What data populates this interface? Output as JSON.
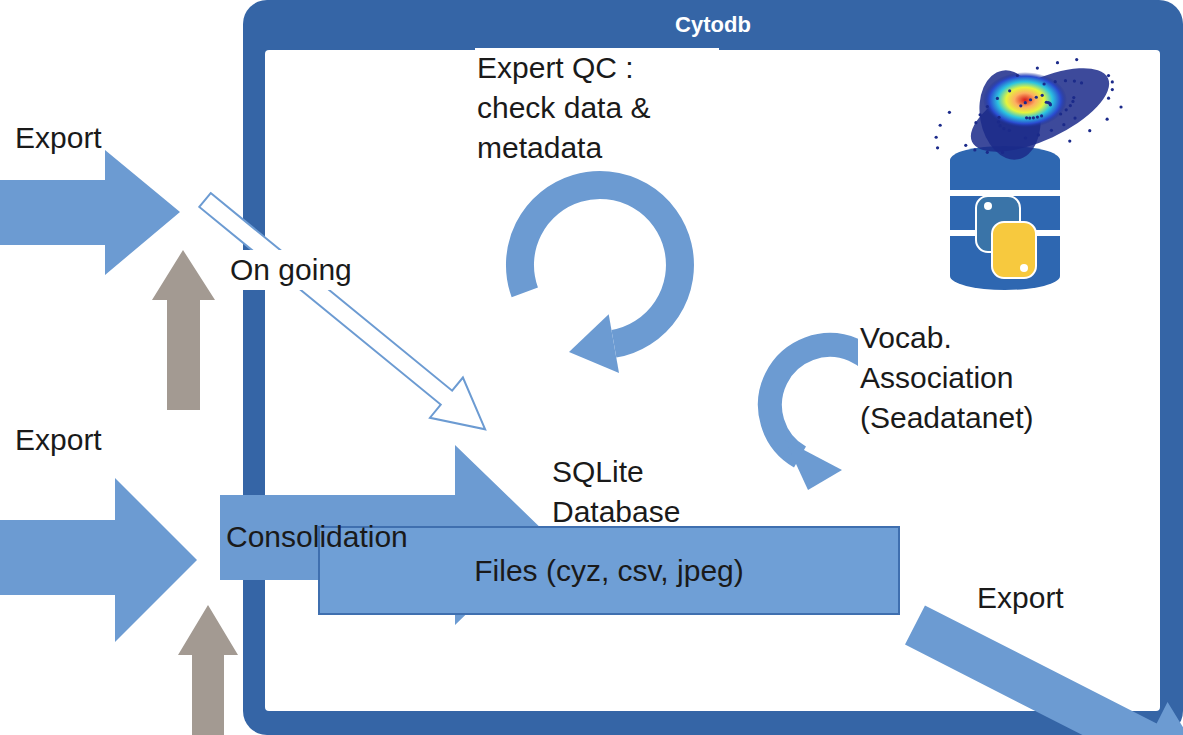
{
  "diagram": {
    "nodes": [
      {
        "text": [
          "Cytodb"
        ]
      },
      {
        "text": [
          "SQLite Database"
        ],
        "in": 0
      },
      {
        "text": [
          "Files (cyz, csv, jpeg)"
        ],
        "in": 0
      }
    ],
    "labels": [
      "Export",
      "On going",
      "Export",
      "Consolidation",
      "Expert QC : check data & metadata",
      "Vocab. Association (Seadatanet)",
      "Export"
    ]
  }
}
